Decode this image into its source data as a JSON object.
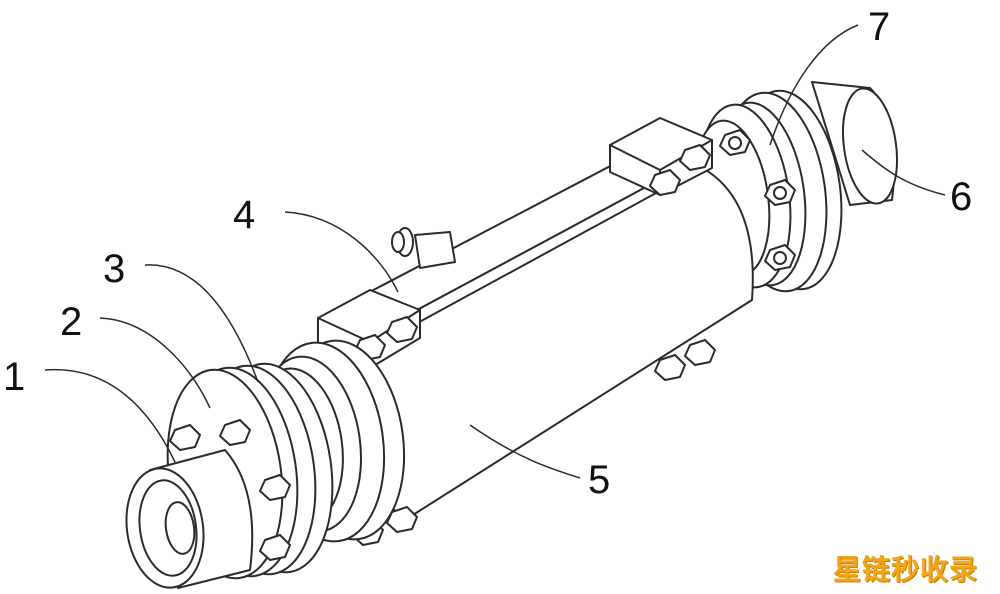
{
  "figure": {
    "labels": [
      {
        "id": "1",
        "text": "1"
      },
      {
        "id": "2",
        "text": "2"
      },
      {
        "id": "3",
        "text": "3"
      },
      {
        "id": "4",
        "text": "4"
      },
      {
        "id": "5",
        "text": "5"
      },
      {
        "id": "6",
        "text": "6"
      },
      {
        "id": "7",
        "text": "7"
      }
    ],
    "line_color": "#2b2b2b",
    "fill_color": "#ffffff"
  },
  "watermark": {
    "text": "星链秒收录",
    "color": "#f2a516"
  }
}
